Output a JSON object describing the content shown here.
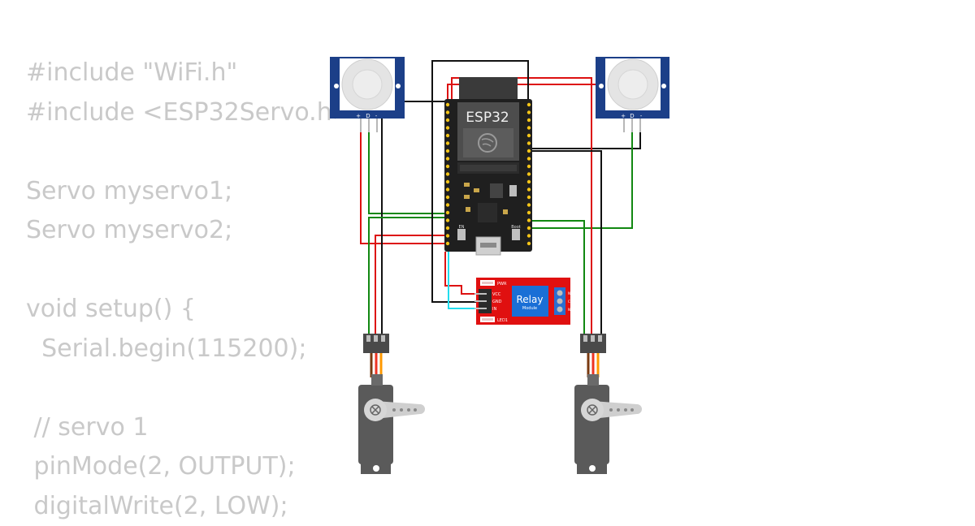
{
  "code": {
    "lines": [
      "#include \"WiFi.h\"",
      "#include <ESP32Servo.h>",
      "",
      "Servo myservo1;",
      "Servo myservo2;",
      "",
      "void setup() {",
      "  Serial.begin(115200);",
      "",
      " // servo 1",
      " pinMode(2, OUTPUT);",
      " digitalWrite(2, LOW);"
    ]
  },
  "esp32": {
    "label": "ESP32",
    "en_label": "EN",
    "boot_label": "Boot"
  },
  "relay": {
    "title": "Relay",
    "subtitle": "Module",
    "pin_vcc": "VCC",
    "pin_gnd": "GND",
    "pin_in": "IN",
    "led_pwr": "PWR",
    "led_1": "LED1",
    "pin_nc": "NC",
    "pin_com": "COM",
    "pin_no": "NO"
  },
  "pir_left": {
    "pin_plus": "+",
    "pin_d": "D",
    "pin_minus": "-"
  },
  "pir_right": {
    "pin_plus": "+",
    "pin_d": "D",
    "pin_minus": "-"
  },
  "colors": {
    "wire_red": "#dd1111",
    "wire_black": "#111111",
    "wire_green": "#118811",
    "wire_cyan": "#22ddee",
    "pcb": "#1f1f1f",
    "relay_board": "#e01010",
    "pir_board": "#1c3f88",
    "servo": "#5a5a5a",
    "code_text": "#c9c9c9"
  }
}
